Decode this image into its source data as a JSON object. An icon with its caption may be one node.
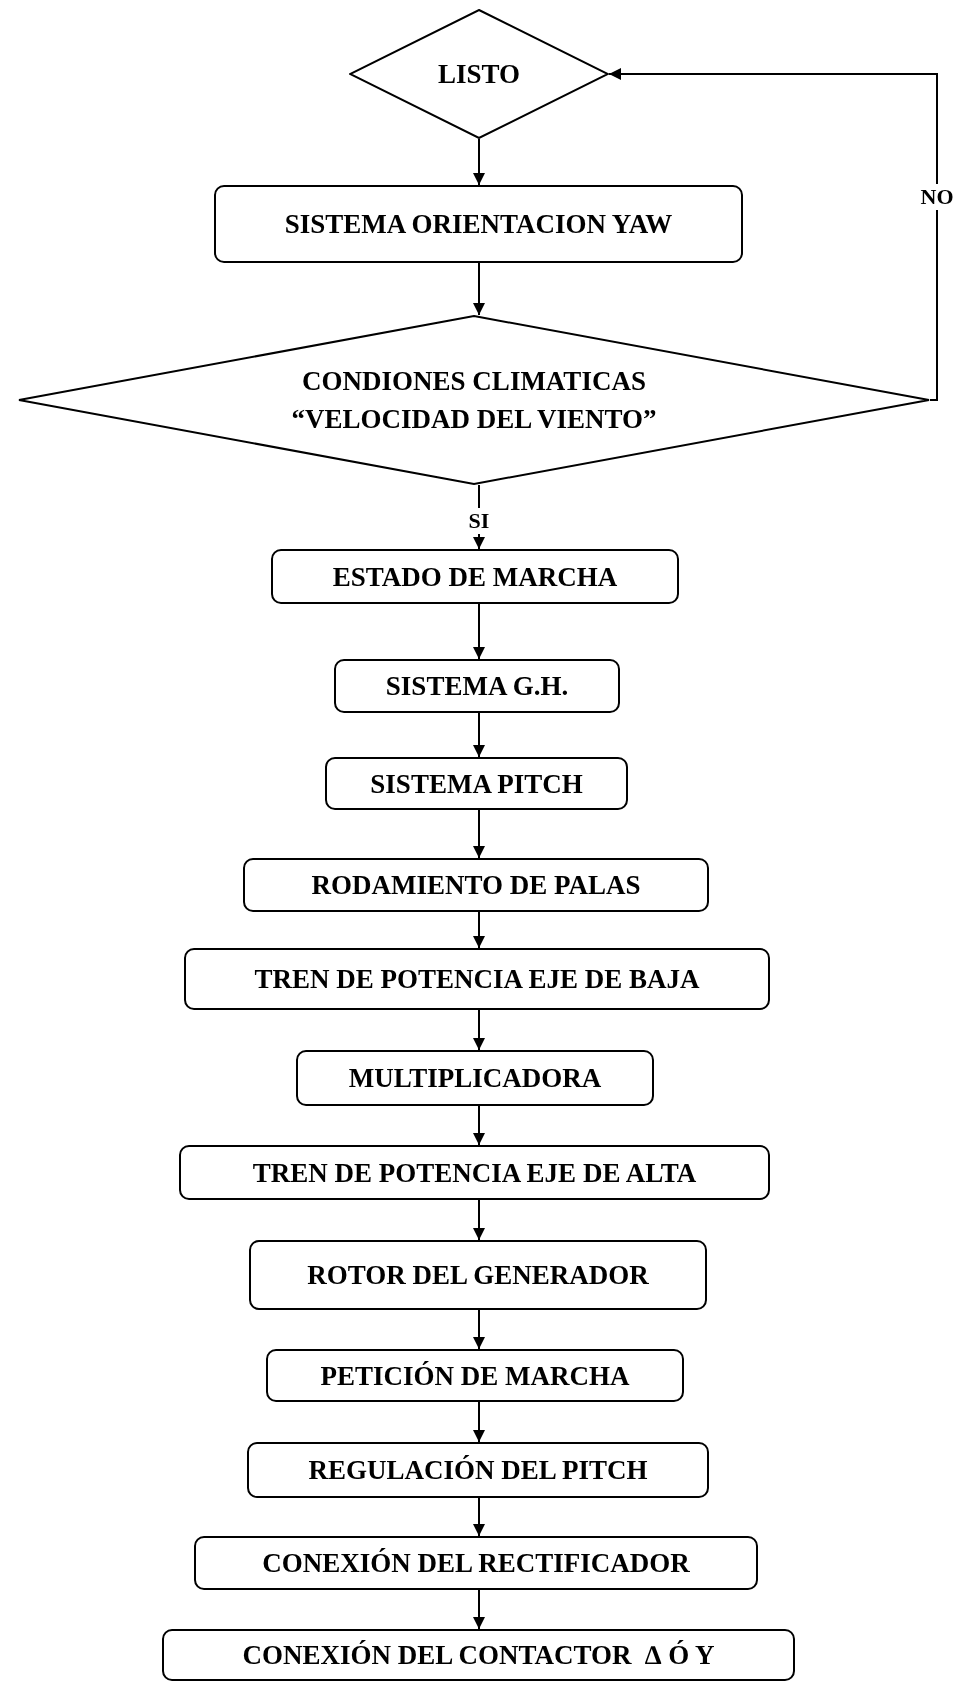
{
  "diagram": {
    "nodes": [
      {
        "text": [
          "LISTO"
        ]
      },
      {
        "text": [
          "SISTEMA ORIENTACION YAW"
        ]
      },
      {
        "text": [
          "CONDIONES CLIMATICAS “VELOCIDAD DEL VIENTO”"
        ]
      },
      {
        "text": [
          "ESTADO DE MARCHA"
        ]
      },
      {
        "text": [
          "SISTEMA G.H."
        ]
      },
      {
        "text": [
          "SISTEMA PITCH"
        ]
      },
      {
        "text": [
          "RODAMIENTO DE PALAS"
        ]
      },
      {
        "text": [
          "TREN DE POTENCIA EJE DE BAJA"
        ]
      },
      {
        "text": [
          "MULTIPLICADORA"
        ]
      },
      {
        "text": [
          "TREN DE POTENCIA EJE DE ALTA"
        ]
      },
      {
        "text": [
          "ROTOR DEL GENERADOR"
        ]
      },
      {
        "text": [
          "PETICIÓN DE MARCHA"
        ]
      },
      {
        "text": [
          "REGULACIÓN DEL PITCH"
        ]
      },
      {
        "text": [
          "CONEXIÓN DEL RECTIFICADOR"
        ]
      },
      {
        "text": [
          "CONEXIÓN DEL CONTACTOR  ∆ Ó Y"
        ]
      }
    ],
    "edges": [
      {
        "from": 0,
        "to": 1,
        "arrow": "to"
      },
      {
        "from": 1,
        "to": 2,
        "arrow": "to"
      },
      {
        "from": 2,
        "to": 3,
        "arrow": "to",
        "label": "SI"
      },
      {
        "from": 2,
        "to": 0,
        "arrow": "to",
        "label": "NO"
      },
      {
        "from": 3,
        "to": 4,
        "arrow": "to"
      },
      {
        "from": 4,
        "to": 5,
        "arrow": "to"
      },
      {
        "from": 5,
        "to": 6,
        "arrow": "to"
      },
      {
        "from": 6,
        "to": 7,
        "arrow": "to"
      },
      {
        "from": 7,
        "to": 8,
        "arrow": "to"
      },
      {
        "from": 8,
        "to": 9,
        "arrow": "to"
      },
      {
        "from": 9,
        "to": 10,
        "arrow": "to"
      },
      {
        "from": 10,
        "to": 11,
        "arrow": "to"
      },
      {
        "from": 11,
        "to": 12,
        "arrow": "to"
      },
      {
        "from": 12,
        "to": 13,
        "arrow": "to"
      },
      {
        "from": 13,
        "to": 14,
        "arrow": "to"
      }
    ]
  }
}
